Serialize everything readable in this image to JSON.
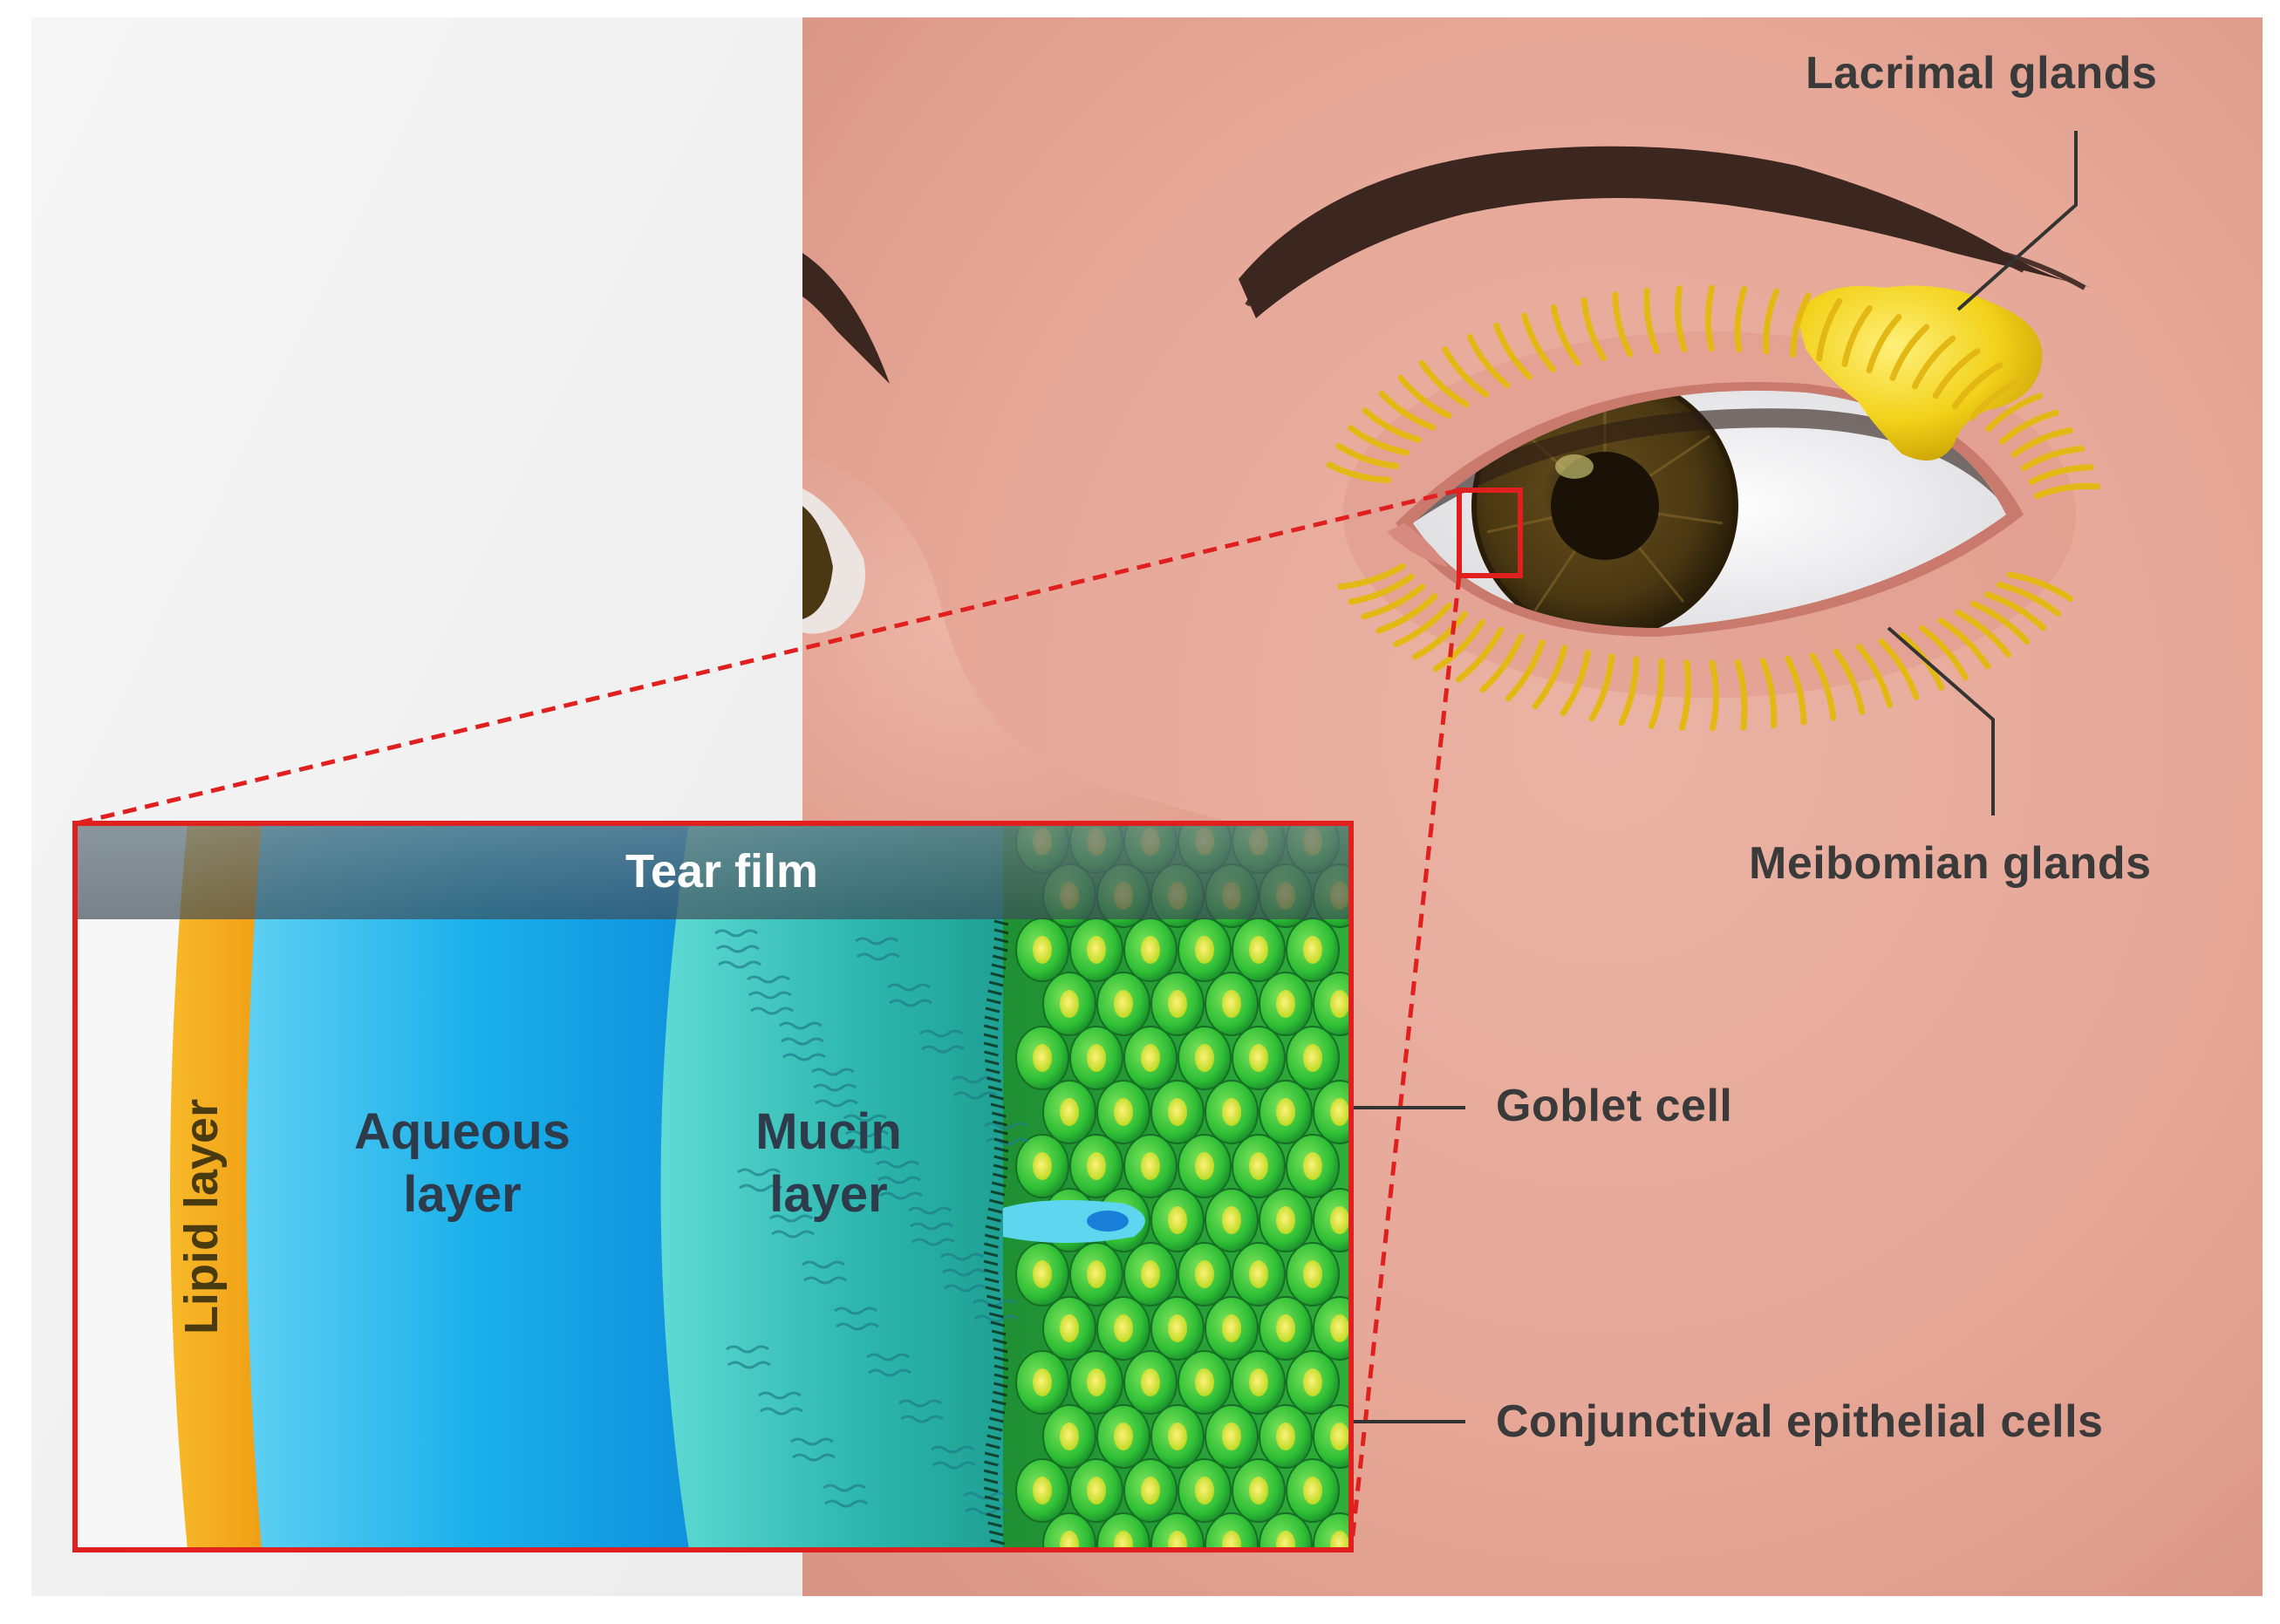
{
  "labels": {
    "lacrimal_glands": "Lacrimal glands",
    "meibomian_glands": "Meibomian glands",
    "goblet_cell": "Goblet cell",
    "conjunctival_cells": "Conjunctival epithelial cells"
  },
  "inset": {
    "tear_film": "Tear film",
    "lipid_layer": "Lipid layer",
    "aqueous_line1": "Aqueous",
    "aqueous_line2": "layer",
    "mucin_line1": "Mucin",
    "mucin_line2": "layer"
  },
  "colors": {
    "skin": "#e8aa9c",
    "zoom_outline": "#e0201f",
    "lipid": "#f4a51c",
    "aqueous": "#1fb5e8",
    "mucin": "#2bb7b0",
    "epithelium": "#3cc83a",
    "gland": "#f2d21a",
    "eyebrow": "#3b2620",
    "iris": "#4a3a18"
  }
}
